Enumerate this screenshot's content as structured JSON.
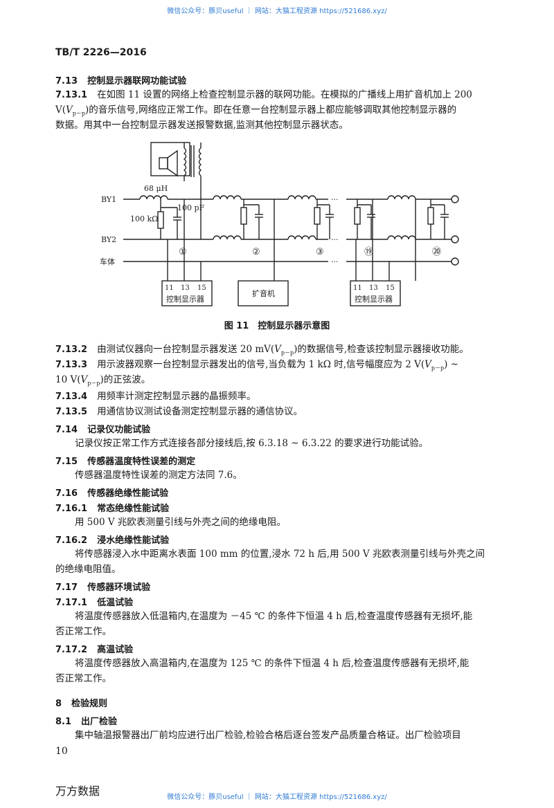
{
  "watermark": {
    "top": "微信公众号：豚贝useful ｜ 网站：大猫工程资源 https://521686.xyz/",
    "bottom": "微信公众号：豚贝useful ｜ 网站：大猫工程资源 https://521686.xyz/"
  },
  "header": {
    "std_code": "TB/T 2226—2016"
  },
  "s7_13": {
    "num": "7.13",
    "title": "控制显示器联网功能试验",
    "p1_num": "7.13.1",
    "p1_line1": "在如图 11 设置的网络上检查控制显示器的联网功能。在模拟的广播线上用扩音机加上 200",
    "p1_line2_a": "V(",
    "p1_line2_v": "V",
    "p1_line2_sub": "p－p",
    "p1_line2_b": ")的音乐信号,网络应正常工作。即在任意一台控制显示器上都应能够调取其他控制显示器的",
    "p1_line3": "数据。用其中一台控制显示器发送报警数据,监测其他控制显示器状态。"
  },
  "figure11": {
    "label_68uh": "68 μH",
    "label_100k": "100 kΩ",
    "label_100pf": "100 pF",
    "line_by1": "BY1",
    "line_by2": "BY2",
    "line_chassis": "车体",
    "node_1": "①",
    "node_2": "②",
    "node_3": "③",
    "node_19": "⑲",
    "node_20": "⑳",
    "ellipsis": "···",
    "box_left_pins": [
      "11",
      "13",
      "15"
    ],
    "box_left_label": "控制显示器",
    "box_mid_label": "扩音机",
    "box_right_pins": [
      "11",
      "13",
      "15"
    ],
    "box_right_label": "控制显示器",
    "caption": "图 11　控制显示器示意图"
  },
  "s7_13_more": {
    "p2_num": "7.13.2",
    "p2_a": "由测试仪器向一台控制显示器发送 20 mV(",
    "p2_v": "V",
    "p2_sub": "p－p",
    "p2_b": ")的数据信号,检查该控制显示器接收功能。",
    "p3_num": "7.13.3",
    "p3_a": "用示波器观察一台控制显示器发出的信号,当负载为 1 kΩ 时,信号幅度应为 2 V(",
    "p3_v": "V",
    "p3_sub": "p－p",
    "p3_b": ") ~",
    "p3_line2_a": "10 V(",
    "p3_line2_v": "V",
    "p3_line2_sub": "p－p",
    "p3_line2_b": ")的正弦波。",
    "p4_num": "7.13.4",
    "p4": "用频率计测定控制显示器的晶振频率。",
    "p5_num": "7.13.5",
    "p5": "用通信协议测试设备测定控制显示器的通信协议。"
  },
  "s7_14": {
    "num": "7.14",
    "title": "记录仪功能试验",
    "text": "记录仪按正常工作方式连接各部分接线后,按 6.3.18 ~ 6.3.22 的要求进行功能试验。"
  },
  "s7_15": {
    "num": "7.15",
    "title": "传感器温度特性误差的测定",
    "text": "传感器温度特性误差的测定方法同 7.6。"
  },
  "s7_16": {
    "num": "7.16",
    "title": "传感器绝缘性能试验",
    "s1_num": "7.16.1",
    "s1_title": "常态绝缘性能试验",
    "s1_text": "用 500 V 兆欧表测量引线与外壳之间的绝缘电阻。",
    "s2_num": "7.16.2",
    "s2_title": "浸水绝缘性能试验",
    "s2_line1": "将传感器浸入水中距离水表面 100 mm 的位置,浸水 72 h 后,用 500 V 兆欧表测量引线与外壳之间",
    "s2_line2": "的绝缘电阻值。"
  },
  "s7_17": {
    "num": "7.17",
    "title": "传感器环境试验",
    "s1_num": "7.17.1",
    "s1_title": "低温试验",
    "s1_line1": "将温度传感器放入低温箱内,在温度为 －45 ℃ 的条件下恒温 4 h 后,检查温度传感器有无损坏,能",
    "s1_line2": "否正常工作。",
    "s2_num": "7.17.2",
    "s2_title": "高温试验",
    "s2_line1": "将温度传感器放入高温箱内,在温度为 125 ℃ 的条件下恒温 4 h 后,检查温度传感器有无损坏,能",
    "s2_line2": "否正常工作。"
  },
  "s8": {
    "num": "8",
    "title": "检验规则",
    "s1_num": "8.1",
    "s1_title": "出厂检验",
    "s1_line1": "集中轴温报警器出厂前均应进行出厂检验,检验合格后逐台签发产品质量合格证。出厂检验项目"
  },
  "footer": {
    "page_number": "10",
    "brand": "万方数据"
  }
}
